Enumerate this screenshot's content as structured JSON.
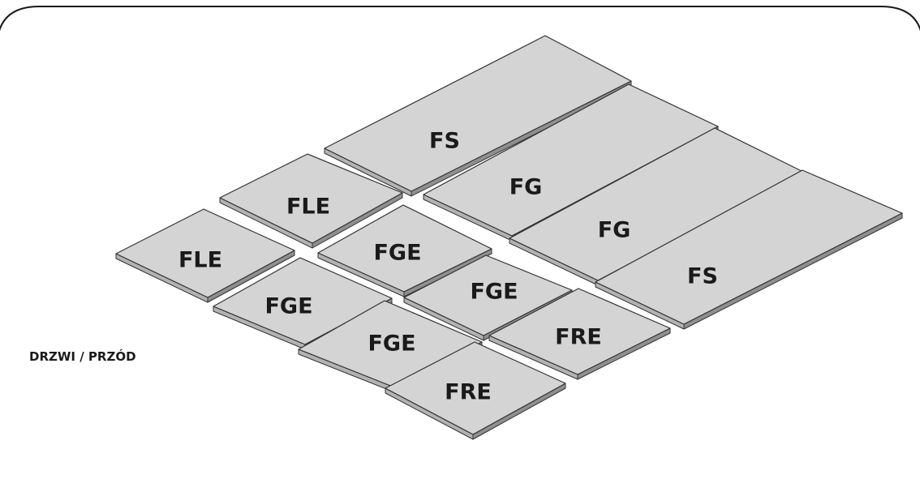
{
  "caption": "DRZWI / PRZÓD",
  "colors": {
    "panel_top": "#d4d4d4",
    "panel_edge": "#333333",
    "frame": "#1a1a1a",
    "background": "#ffffff"
  },
  "panels": [
    {
      "label": "FS"
    },
    {
      "label": "FG"
    },
    {
      "label": "FG"
    },
    {
      "label": "FS"
    },
    {
      "label": "FLE"
    },
    {
      "label": "FLE"
    },
    {
      "label": "FGE"
    },
    {
      "label": "FGE"
    },
    {
      "label": "FGE"
    },
    {
      "label": "FGE"
    },
    {
      "label": "FRE"
    },
    {
      "label": "FRE"
    }
  ]
}
